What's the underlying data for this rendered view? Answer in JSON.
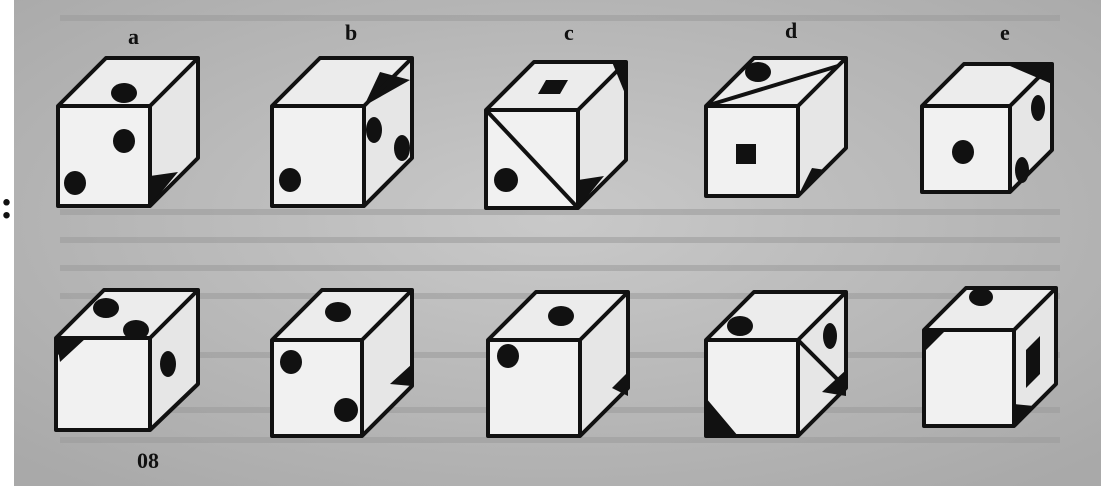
{
  "columns": [
    {
      "letter": "a"
    },
    {
      "letter": "b"
    },
    {
      "letter": "c"
    },
    {
      "letter": "d"
    },
    {
      "letter": "e"
    }
  ],
  "row_marker": ":",
  "problem_number": "08",
  "colors": {
    "paper": "#b9b9b9",
    "ink": "#111111",
    "face": "#f1f1f1"
  }
}
